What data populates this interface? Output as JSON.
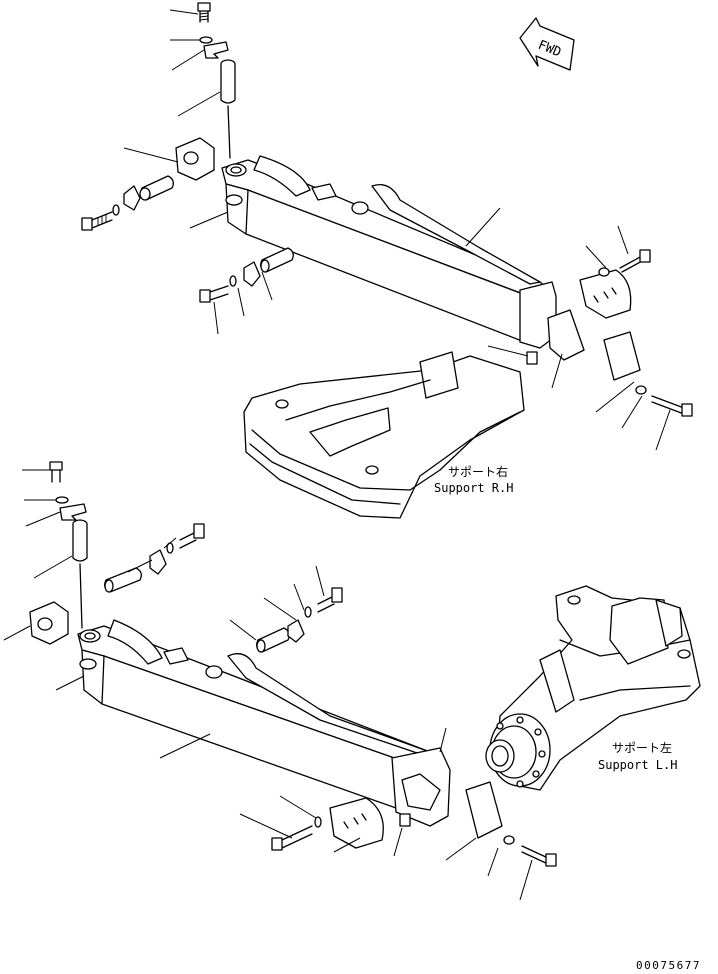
{
  "direction_arrow": {
    "label": "FWD",
    "icon": "forward-arrow-icon"
  },
  "support_right": {
    "label_jp": "サポート右",
    "label_en": "Support R.H"
  },
  "support_left": {
    "label_jp": "サポート左",
    "label_en": "Support L.H"
  },
  "drawing_number": "00075677"
}
